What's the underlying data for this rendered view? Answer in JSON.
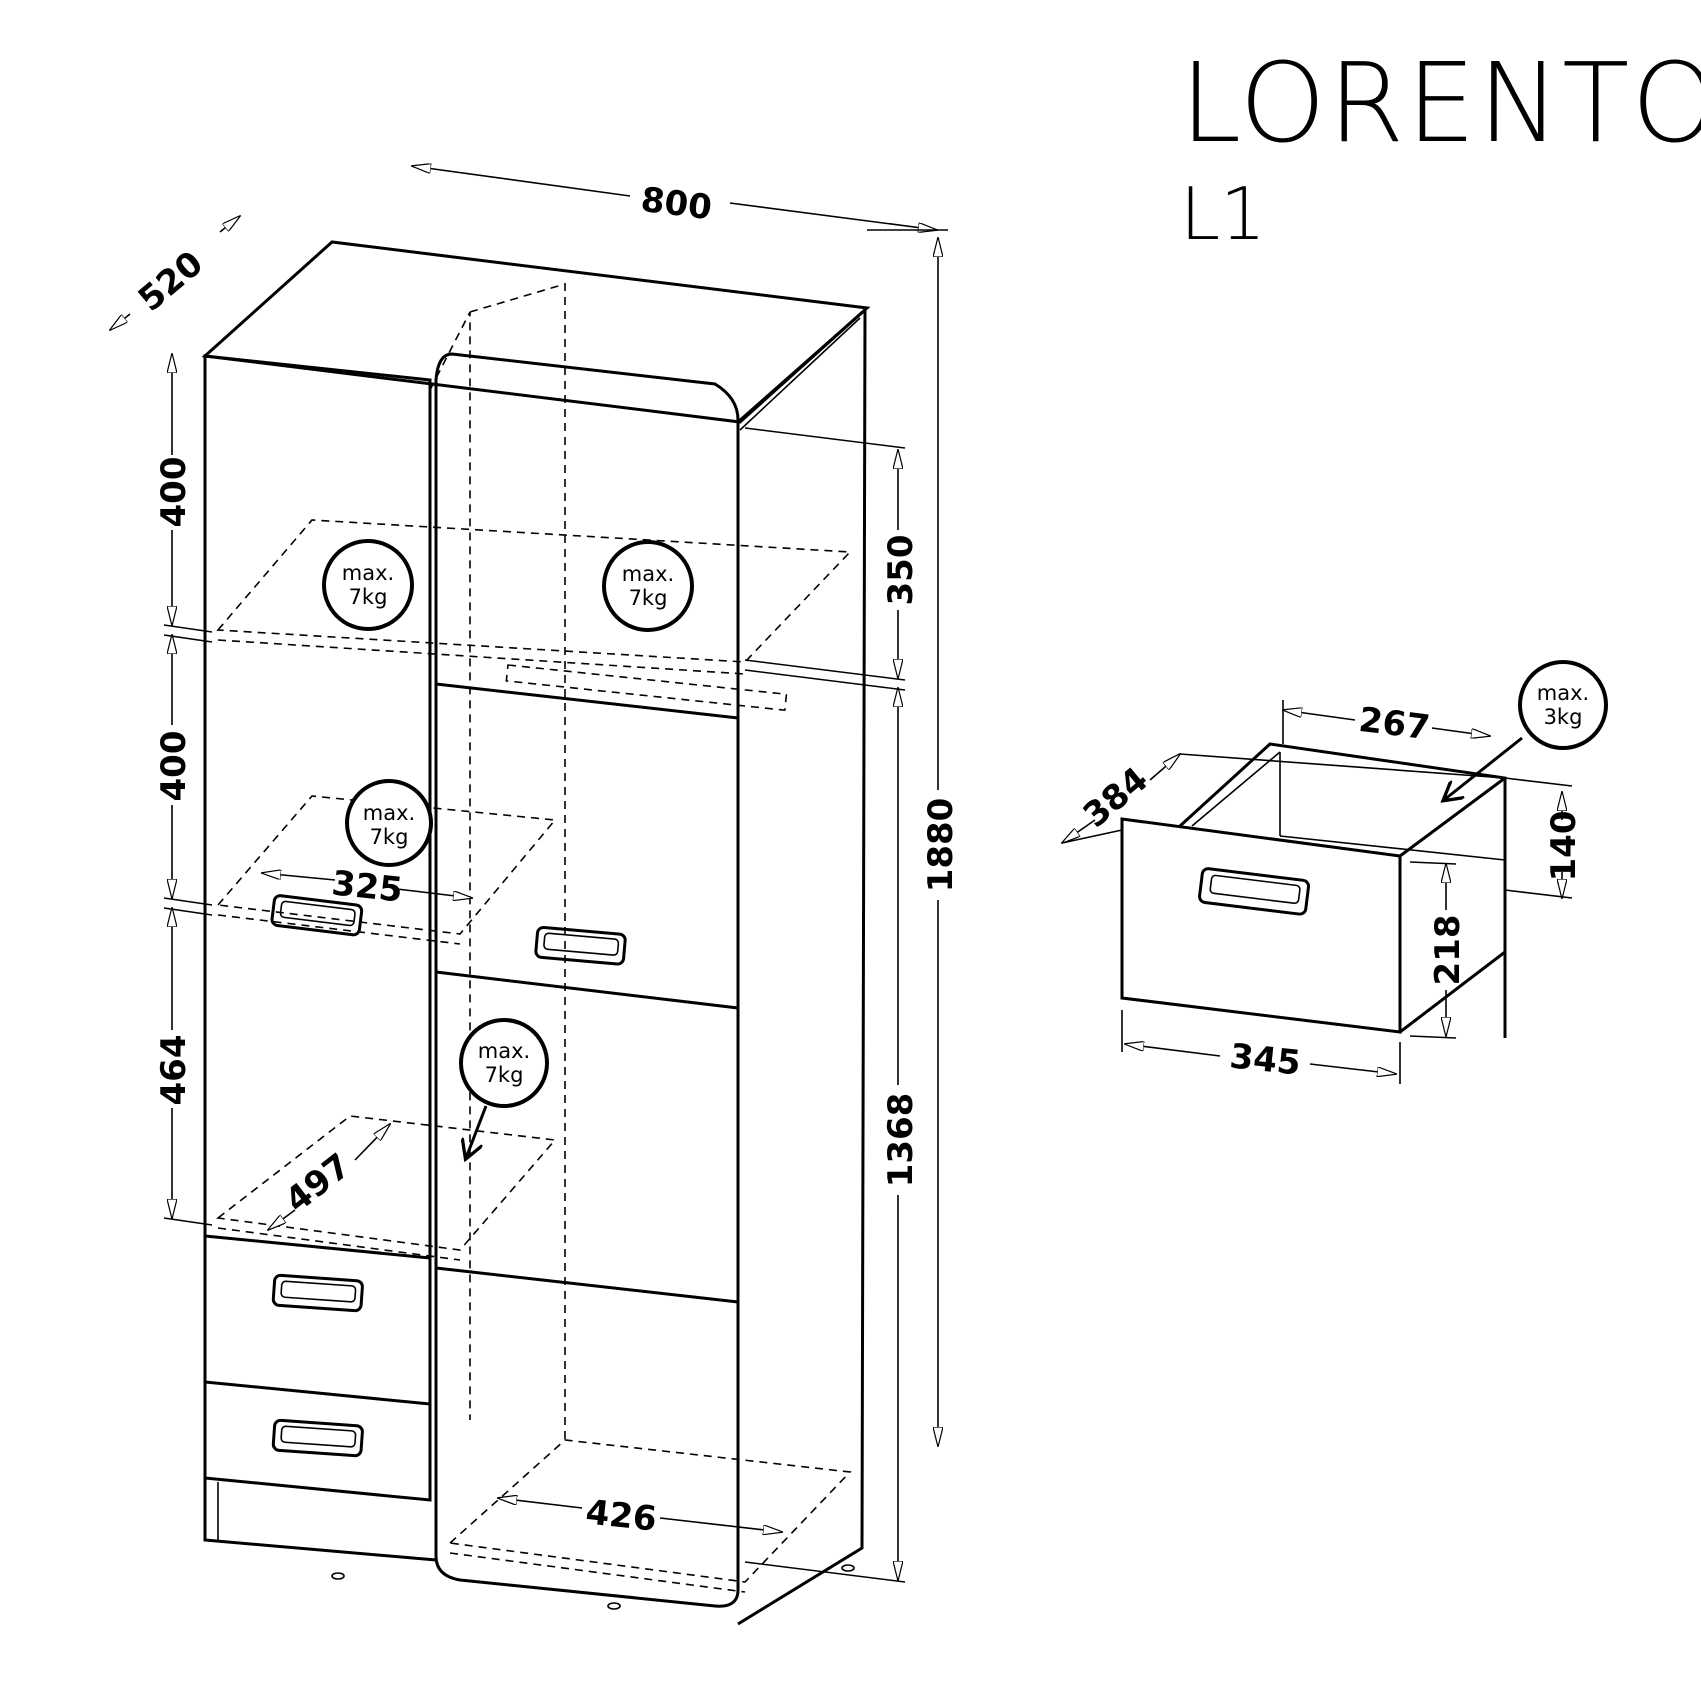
{
  "header": {
    "title": "LORENTO",
    "model": "L1"
  },
  "dimensions": {
    "width": "800",
    "depth": "520",
    "height": "1880",
    "left_section_1": "400",
    "left_section_2": "400",
    "left_section_3": "464",
    "right_top_section": "350",
    "right_lower_section": "1368",
    "shelf_width": "325",
    "shelf_depth": "497",
    "bottom_inner_width": "426"
  },
  "drawer": {
    "inner_width": "267",
    "depth": "384",
    "inner_height": "140",
    "front_height": "218",
    "front_width": "345",
    "max_load_label": "max.",
    "max_load_value": "3kg"
  },
  "load_badges": [
    {
      "label": "max.",
      "value": "7kg"
    },
    {
      "label": "max.",
      "value": "7kg"
    },
    {
      "label": "max.",
      "value": "7kg"
    },
    {
      "label": "max.",
      "value": "7kg"
    }
  ]
}
